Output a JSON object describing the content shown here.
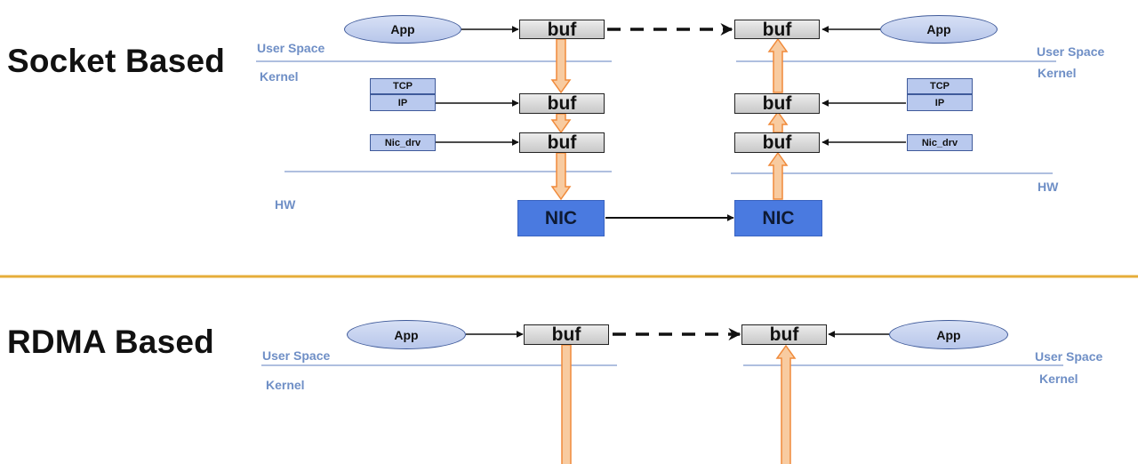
{
  "socket_section": {
    "title": "Socket Based",
    "left": {
      "user_space_label": "User Space",
      "kernel_label": "Kernel",
      "hw_label": "HW",
      "app_label": "App",
      "buf_labels": [
        "buf",
        "buf",
        "buf"
      ],
      "tcp_label": "TCP",
      "ip_label": "IP",
      "nic_drv_label": "Nic_drv",
      "nic_label": "NIC"
    },
    "right": {
      "user_space_label": "User Space",
      "kernel_label": "Kernel",
      "hw_label": "HW",
      "app_label": "App",
      "buf_labels": [
        "buf",
        "buf",
        "buf"
      ],
      "tcp_label": "TCP",
      "ip_label": "IP",
      "nic_drv_label": "Nic_drv",
      "nic_label": "NIC"
    }
  },
  "rdma_section": {
    "title": "RDMA Based",
    "left": {
      "user_space_label": "User Space",
      "kernel_label": "Kernel",
      "app_label": "App",
      "buf_label": "buf"
    },
    "right": {
      "user_space_label": "User Space",
      "kernel_label": "Kernel",
      "app_label": "App",
      "buf_label": "buf"
    }
  },
  "colors": {
    "divider_gold": "#e6ad3a",
    "layer_line_blue": "#7f99cc",
    "zone_label_blue": "#6f8fc6",
    "arrow_orange_fill": "#f8cba0",
    "arrow_orange_stroke": "#f08a3a",
    "nic_blue": "#4a7ae0",
    "stack_box_blue": "#b9c9ee"
  }
}
